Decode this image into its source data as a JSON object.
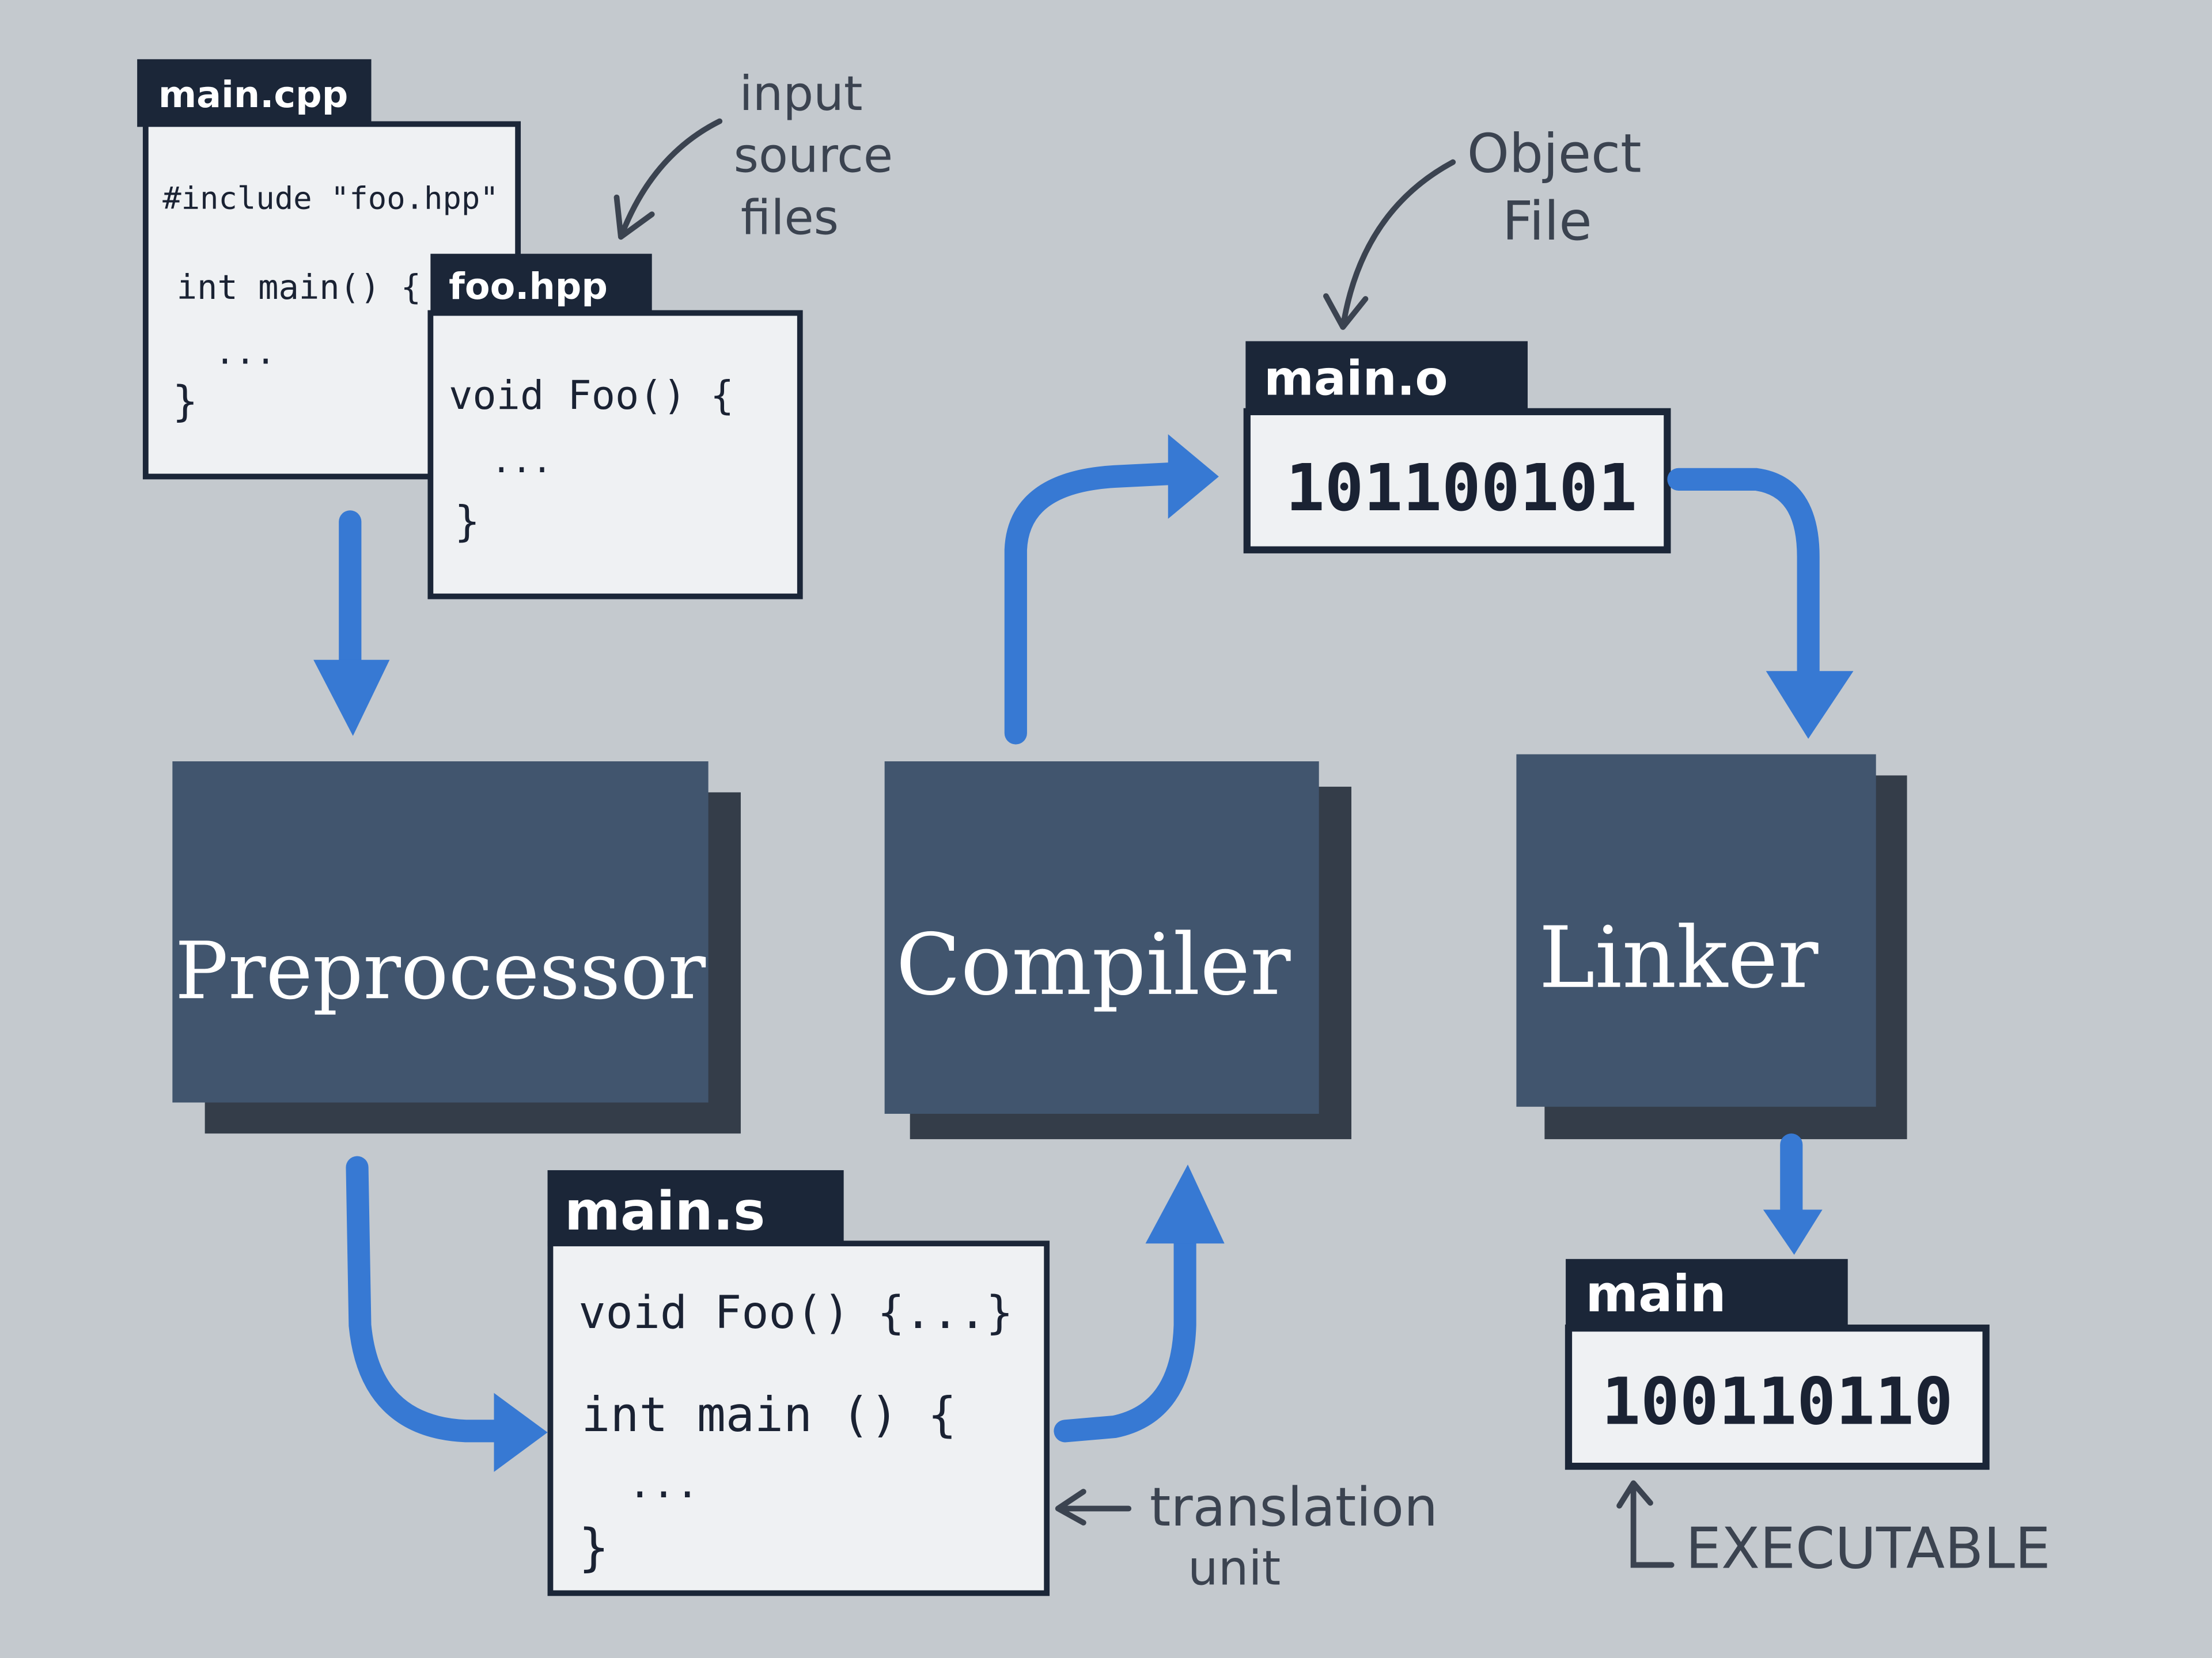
{
  "colors": {
    "background": "#c4c9ce",
    "process_box": "#41556e",
    "process_shadow": "#343d49",
    "file_tab": "#1b2638",
    "file_paper": "#eff1f3",
    "arrow": "#3779d3",
    "annotation": "#3b4350"
  },
  "files": {
    "main_cpp": {
      "name": "main.cpp",
      "lines": [
        "#include \"foo.hpp\"",
        "int main() {",
        "...",
        "}"
      ]
    },
    "foo_hpp": {
      "name": "foo.hpp",
      "lines": [
        "void Foo() {",
        "...",
        "}"
      ]
    },
    "main_o": {
      "name": "main.o",
      "content": "101100101"
    },
    "main_s": {
      "name": "main.s",
      "lines": [
        "void Foo() {...}",
        "int main () {",
        "...",
        "}"
      ]
    },
    "main": {
      "name": "main",
      "content": "100110110"
    }
  },
  "stages": {
    "preprocessor": "Preprocessor",
    "compiler": "Compiler",
    "linker": "Linker"
  },
  "annotations": {
    "input_source_files": [
      "input",
      "source",
      "files"
    ],
    "object_file": [
      "Object",
      "File"
    ],
    "translation_unit": [
      "translation",
      "unit"
    ],
    "executable": "EXECUTABLE"
  }
}
